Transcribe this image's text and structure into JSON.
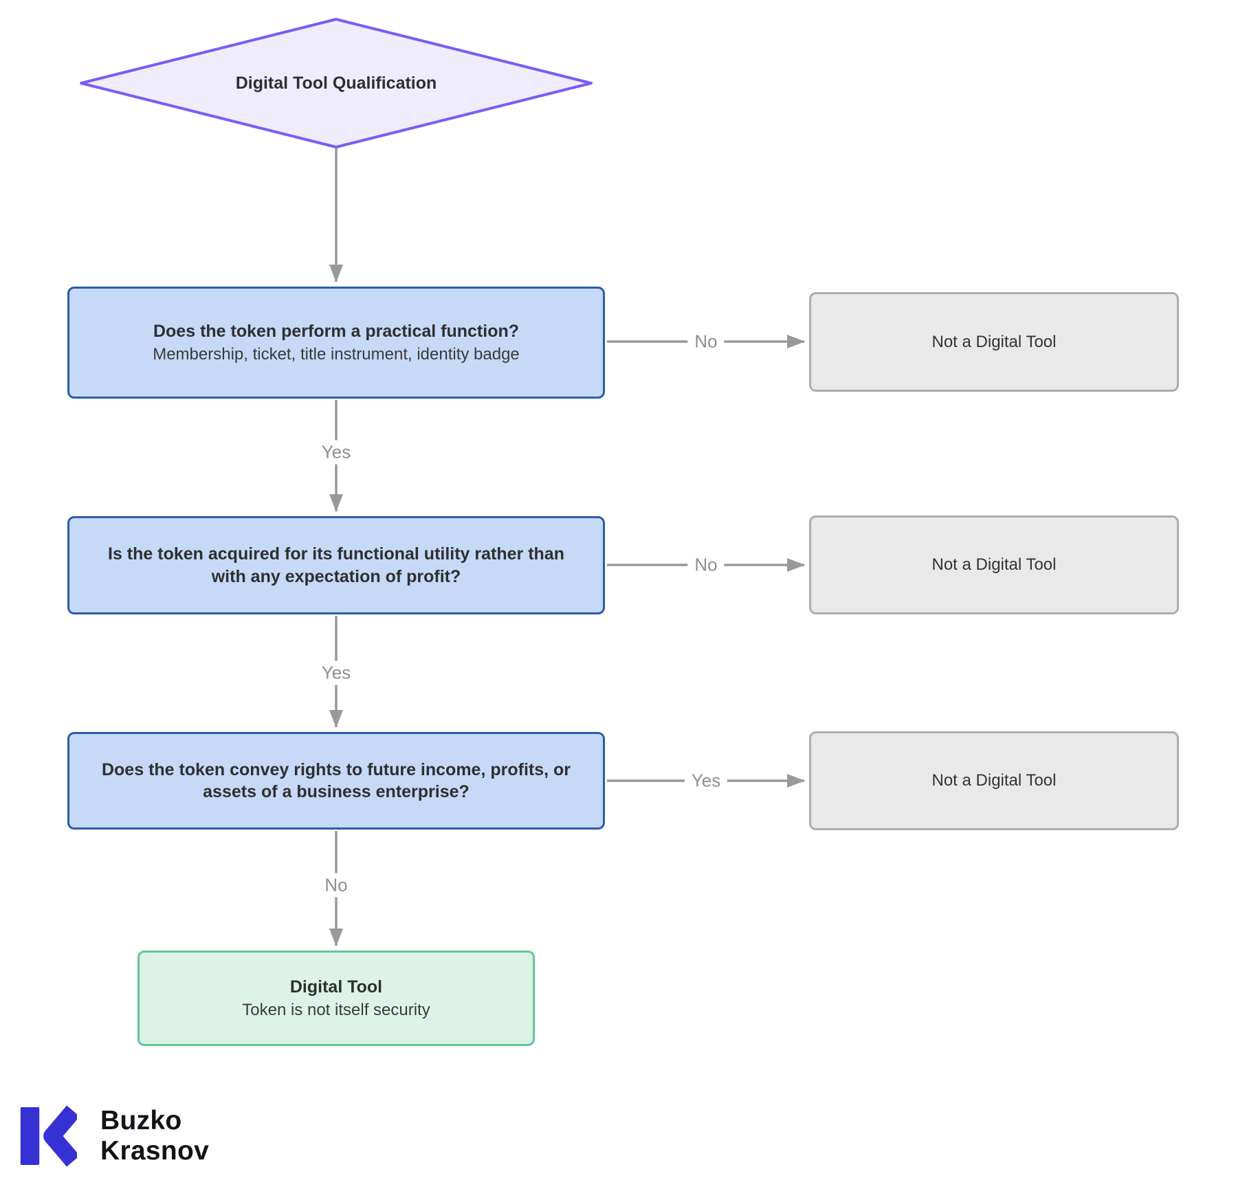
{
  "diagram": {
    "start": {
      "label": "Digital Tool Qualification"
    },
    "questions": [
      {
        "title": "Does the token perform a practical function?",
        "subtitle": "Membership, ticket, title instrument, identity badge",
        "branch_label": "No",
        "branch_result": "Not a Digital Tool",
        "continue_label": "Yes"
      },
      {
        "title": "Is the token acquired for its functional utility rather than with any expectation of profit?",
        "branch_label": "No",
        "branch_result": "Not a Digital Tool",
        "continue_label": "Yes"
      },
      {
        "title": "Does the token convey rights to future income, profits, or assets of a business enterprise?",
        "branch_label": "Yes",
        "branch_result": "Not a Digital Tool",
        "continue_label": "No"
      }
    ],
    "result": {
      "title": "Digital Tool",
      "subtitle": "Token is not itself security"
    }
  },
  "branding": {
    "name_line1": "Buzko",
    "name_line2": "Krasnov"
  },
  "colors": {
    "decision_fill": "#efecfc",
    "decision_border": "#7b5bf7",
    "question_fill": "#c6d9f7",
    "question_border": "#2a5ca8",
    "neutral_fill": "#e9e9e9",
    "neutral_border": "#adadad",
    "positive_fill": "#ddf3e8",
    "positive_border": "#61c795",
    "connector": "#999999",
    "edge_label_text": "#8e8e8e",
    "logo": "#3531d3"
  }
}
